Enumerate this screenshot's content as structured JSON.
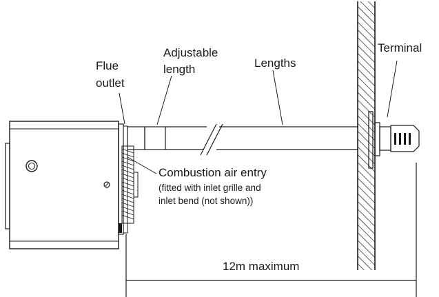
{
  "labels": {
    "flue_outlet": [
      "Flue",
      "outlet"
    ],
    "adjustable_length": [
      "Adjustable",
      "length"
    ],
    "lengths": "Lengths",
    "terminal": "Terminal",
    "combustion_air": {
      "title": "Combustion air entry",
      "note_line1": "(fitted with inlet grille and",
      "note_line2": "inlet bend (not shown))"
    },
    "dimension": "12m maximum"
  }
}
